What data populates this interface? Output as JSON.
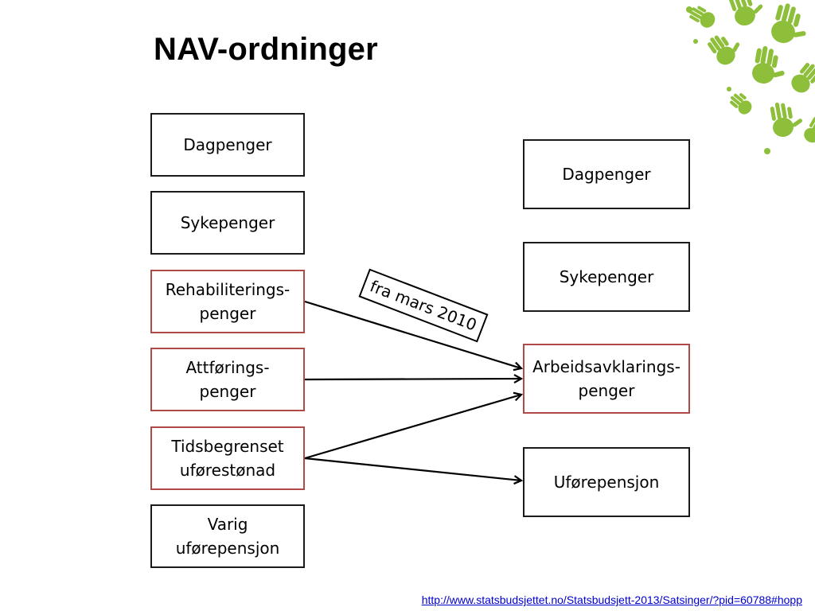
{
  "title": "NAV-ordninger",
  "left_column": [
    {
      "id": "dagpenger",
      "lines": [
        "Dagpenger"
      ],
      "highlight": false
    },
    {
      "id": "sykepenger",
      "lines": [
        "Sykepenger"
      ],
      "highlight": false
    },
    {
      "id": "rehabiliteringspenger",
      "lines": [
        "Rehabiliterings-",
        "penger"
      ],
      "highlight": true
    },
    {
      "id": "attforingspenger",
      "lines": [
        "Attførings-",
        "penger"
      ],
      "highlight": true
    },
    {
      "id": "tidsbegrenset",
      "lines": [
        "Tidsbegrenset",
        "uførestønad"
      ],
      "highlight": true
    },
    {
      "id": "varig",
      "lines": [
        "Varig",
        "uførepensjon"
      ],
      "highlight": false
    }
  ],
  "right_column": [
    {
      "id": "dagpenger",
      "lines": [
        "Dagpenger"
      ],
      "highlight": false
    },
    {
      "id": "sykepenger",
      "lines": [
        "Sykepenger"
      ],
      "highlight": false
    },
    {
      "id": "arbeidsavklaringspenger",
      "lines": [
        "Arbeidsavklarings-",
        "penger"
      ],
      "highlight": true
    },
    {
      "id": "uforepensjon",
      "lines": [
        "Uførepensjon"
      ],
      "highlight": false
    }
  ],
  "edges": [
    {
      "from": "rehabiliteringspenger",
      "to": "arbeidsavklaringspenger"
    },
    {
      "from": "attforingspenger",
      "to": "arbeidsavklaringspenger"
    },
    {
      "from": "tidsbegrenset",
      "to": "arbeidsavklaringspenger"
    },
    {
      "from": "tidsbegrenset",
      "to": "uforepensjon"
    }
  ],
  "date_tag": "fra mars 2010",
  "source_link": "http://www.statsbudsjettet.no/Statsbudsjett-2013/Satsinger/?pid=60788#hopp",
  "colors": {
    "box_border": "#1a1a1a",
    "highlight_border": "#b04a48",
    "link": "#0000cc",
    "decoration_green": "#8dbf3a"
  },
  "decoration": "handprints-icon"
}
